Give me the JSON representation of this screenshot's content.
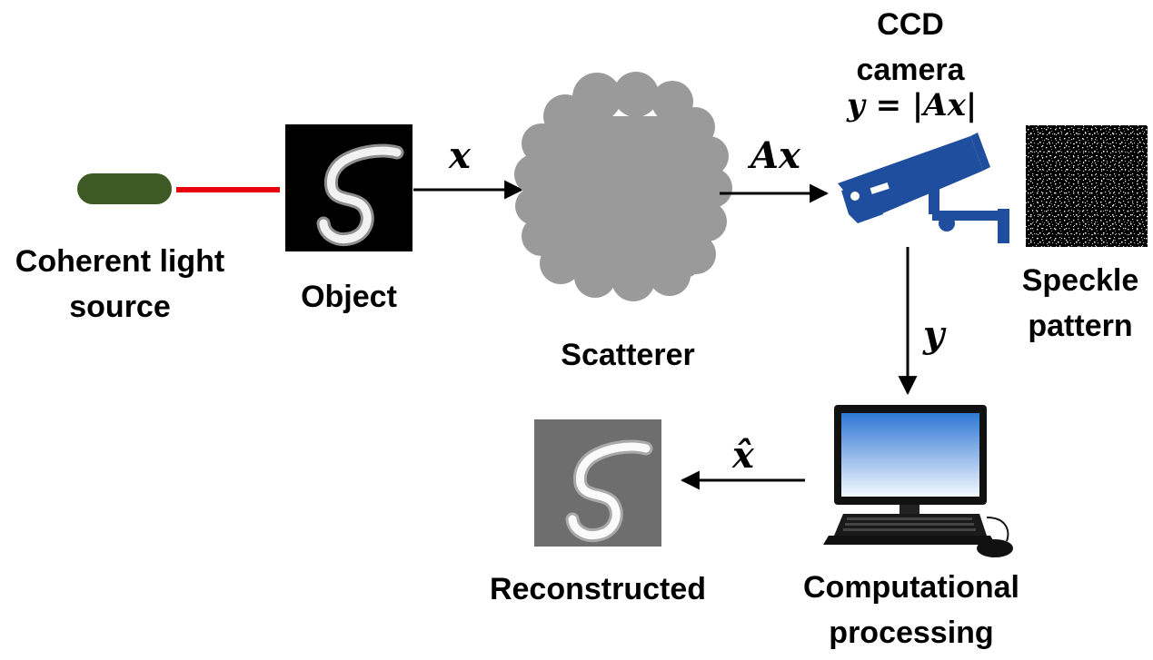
{
  "labels": {
    "light_source_line1": "Coherent light",
    "light_source_line2": "source",
    "object": "Object",
    "scatterer": "Scatterer",
    "camera_line1": "CCD",
    "camera_line2": "camera",
    "speckle_line1": "Speckle",
    "speckle_line2": "pattern",
    "reconstructed": "Reconstructed",
    "computational_line1": "Computational",
    "computational_line2": "processing"
  },
  "math": {
    "object_signal": "x",
    "scattered_field": "Ax",
    "camera_equation": "y = |Ax|",
    "measurement": "y",
    "estimate": "x̂"
  },
  "colors": {
    "laser_body": "#3d5a24",
    "laser_beam": "#e8000d",
    "camera_blue": "#1f4e9e",
    "cloud_gray": "#9a9a9a",
    "reconstructed_bg": "#6e6e6e"
  },
  "icons": {
    "laser": "laser-icon",
    "cloud": "cloud-icon",
    "camera": "cctv-camera-icon",
    "computer": "desktop-computer-icon"
  }
}
